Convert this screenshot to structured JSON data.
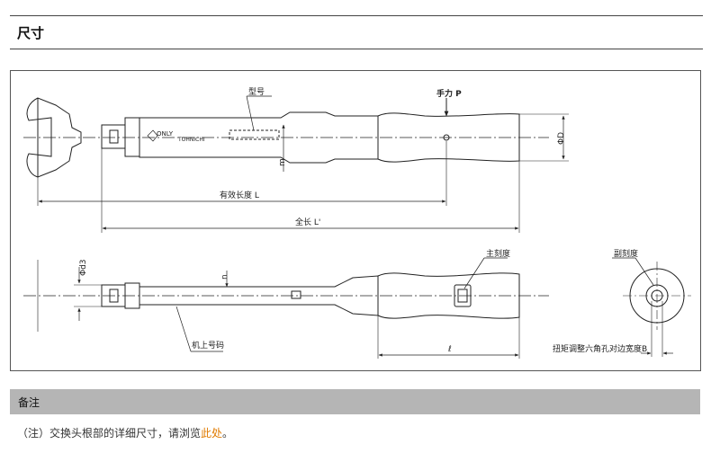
{
  "header": {
    "title": "尺寸"
  },
  "drawing": {
    "labels": {
      "model_no": "型号",
      "hand_force": "手力 P",
      "diameter_D": "ΦD",
      "dim_m": "m",
      "effective_length": "有效长度 L",
      "total_length": "全长 L'",
      "d3": "Φd3",
      "dim_n": "n",
      "main_scale": "主刻度",
      "sub_scale": "副刻度",
      "machine_model": "机上号码",
      "dim_l": "ℓ",
      "hex_width": "扭矩调整六角孔对边宽度B",
      "only_mark": "ONLY",
      "brand_mark": "TOHNICHI"
    }
  },
  "notes": {
    "title": "备注",
    "text_before": "（注）交换头根部的详细尺寸，请浏览",
    "link_text": "此处",
    "text_after": "。"
  }
}
